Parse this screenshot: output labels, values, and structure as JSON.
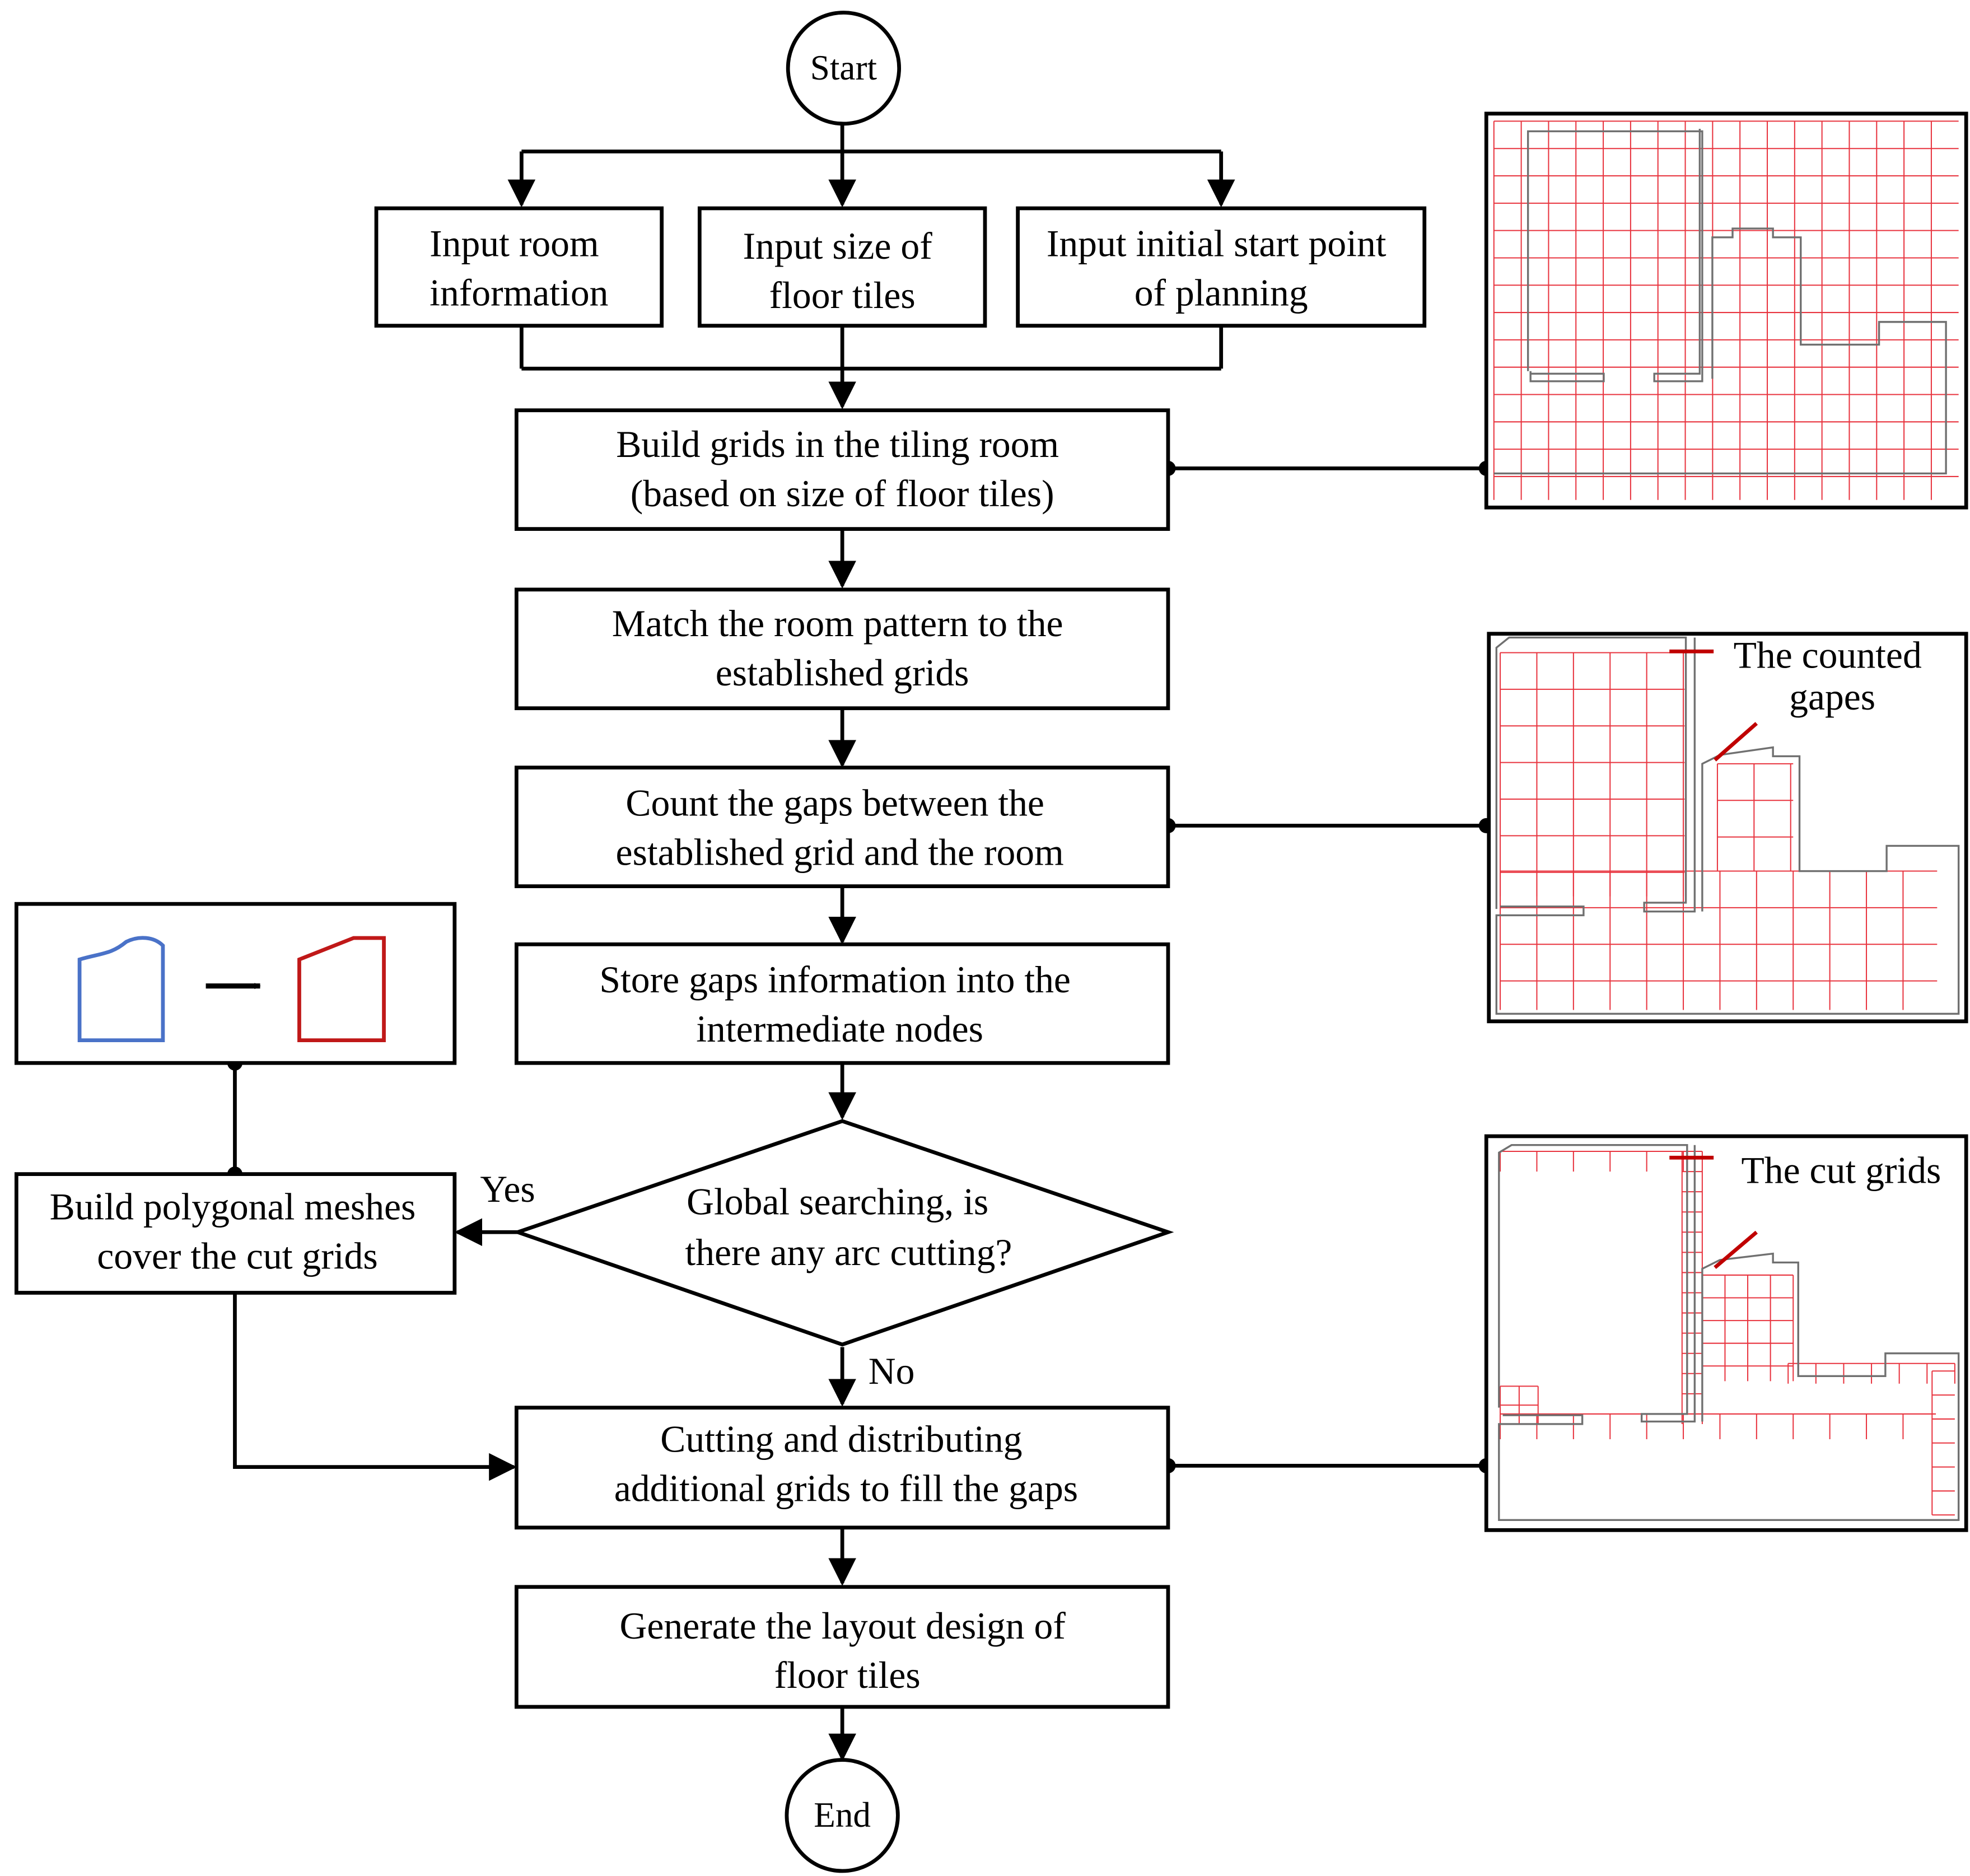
{
  "colors": {
    "line": "#000000",
    "grid_red": "#e8343f",
    "wall_gray": "#707070",
    "before_shape": "#4a72c8",
    "after_shape": "#c01818",
    "gap_marker": "#c00000"
  },
  "nodes": {
    "start": "Start",
    "input_room": [
      "Input room",
      "information"
    ],
    "input_tiles": [
      "Input size of",
      "floor tiles"
    ],
    "input_start": [
      "Input initial start point",
      "of planning"
    ],
    "build_grids": [
      "Build grids in the tiling room",
      "(based on size of floor tiles)"
    ],
    "match": [
      "Match the room pattern to the",
      "established grids"
    ],
    "count": [
      "Count the gaps between the",
      "established grid and the room"
    ],
    "store": [
      "Store gaps information into the",
      "intermediate nodes"
    ],
    "decision": [
      "Global searching, is",
      "there any arc cutting?"
    ],
    "polygon": [
      "Build polygonal meshes",
      "cover the cut grids"
    ],
    "cutting": [
      "Cutting and distributing",
      "additional grids to fill the gaps"
    ],
    "generate": [
      "Generate the layout design of",
      "floor tiles"
    ],
    "end": "End"
  },
  "branches": {
    "yes": "Yes",
    "no": "No"
  },
  "annotations": {
    "counted_gaps": [
      "The counted",
      "gapes"
    ],
    "cut_grids": "The cut grids"
  },
  "icons": {
    "transform_arrow": "right-arrow-icon",
    "before_shape": "curved-shape-icon",
    "after_shape": "polygon-shape-icon"
  }
}
